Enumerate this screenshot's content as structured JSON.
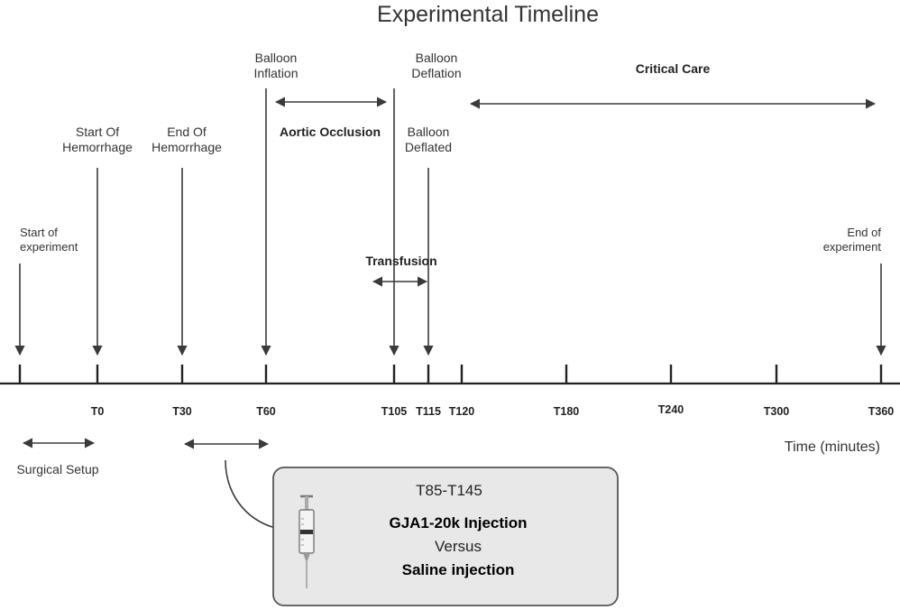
{
  "title": "Experimental Timeline",
  "axis_label": "Time (minutes)",
  "ticks": [
    {
      "key": "t_start",
      "label": ""
    },
    {
      "key": "t0",
      "label": "T0"
    },
    {
      "key": "t30",
      "label": "T30"
    },
    {
      "key": "t60",
      "label": "T60"
    },
    {
      "key": "t105",
      "label": "T105"
    },
    {
      "key": "t115",
      "label": "T115"
    },
    {
      "key": "t120",
      "label": "T120"
    },
    {
      "key": "t180",
      "label": "T180"
    },
    {
      "key": "t240",
      "label": "T240"
    },
    {
      "key": "t300",
      "label": "T300"
    },
    {
      "key": "t360",
      "label": "T360"
    }
  ],
  "events": {
    "start_experiment": [
      "Start of",
      "experiment"
    ],
    "start_hemorrhage": [
      "Start Of",
      "Hemorrhage"
    ],
    "end_hemorrhage": [
      "End Of",
      "Hemorrhage"
    ],
    "balloon_inflation": [
      "Balloon",
      "Inflation"
    ],
    "balloon_deflation": [
      "Balloon",
      "Deflation"
    ],
    "balloon_deflated": [
      "Balloon",
      "Deflated"
    ],
    "end_experiment": [
      "End of",
      "experiment"
    ]
  },
  "periods": {
    "aortic_occlusion": "Aortic Occlusion",
    "critical_care": "Critical Care",
    "transfusion": "Transfusion",
    "surgical_setup": "Surgical Setup"
  },
  "injection_box": {
    "window": "T85-T145",
    "treatment": "GJA1-20k Injection",
    "versus": "Versus",
    "control": "Saline injection",
    "icon": "syringe-icon"
  },
  "colors": {
    "box_fill": "#e8e8e8",
    "box_stroke": "#555555",
    "line": "#3a3a3a"
  }
}
